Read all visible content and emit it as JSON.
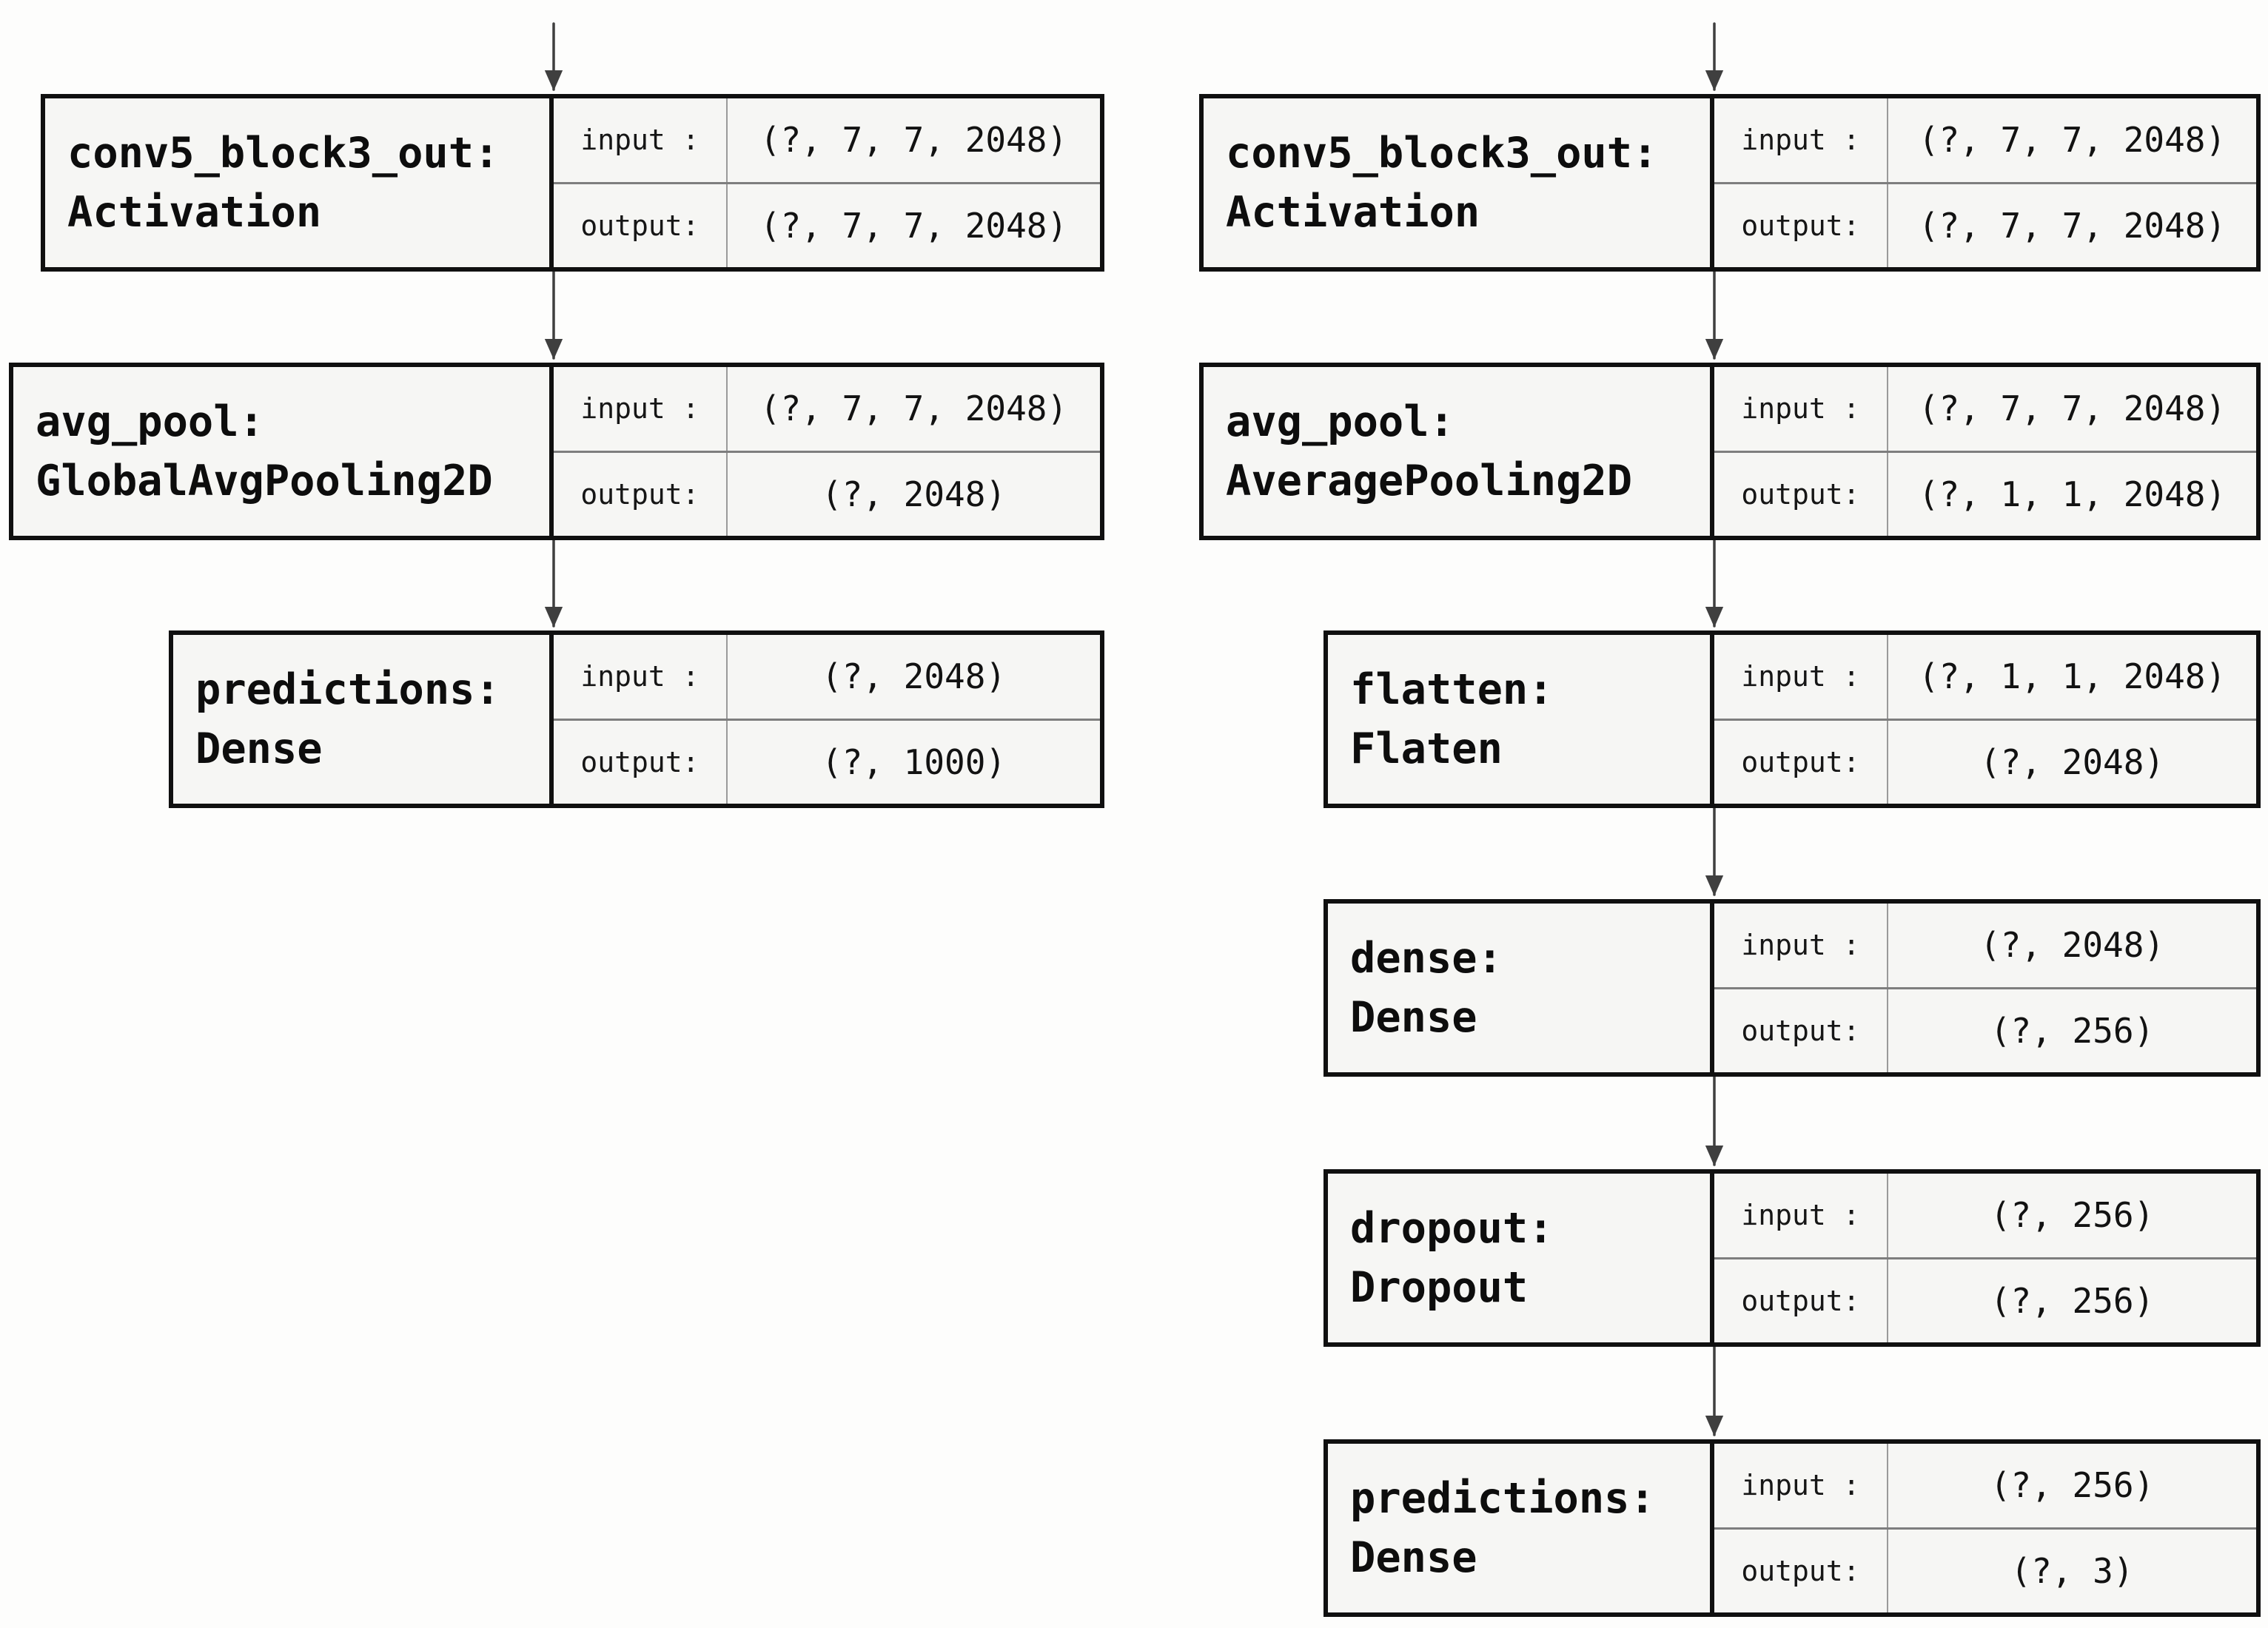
{
  "diagram": {
    "labels": {
      "input": "input :",
      "output": "output:"
    },
    "colors": {
      "background": "#fdfdfc",
      "box_fill": "#f6f6f4",
      "box_border": "#101010",
      "thin_divider": "#9a9a9a",
      "row_divider": "#7e7e7e",
      "arrow": "#3f3f3f",
      "text": "#0d0d0d"
    },
    "columns": [
      {
        "id": "left",
        "layers": [
          {
            "name": "conv5_block3_out:",
            "type": "Activation",
            "input": "(?, 7, 7, 2048)",
            "output": "(?, 7, 7, 2048)"
          },
          {
            "name": "avg_pool:",
            "type": "GlobalAvgPooling2D",
            "input": "(?, 7, 7, 2048)",
            "output": "(?, 2048)"
          },
          {
            "name": "predictions:",
            "type": "Dense",
            "input": "(?, 2048)",
            "output": "(?, 1000)"
          }
        ]
      },
      {
        "id": "right",
        "layers": [
          {
            "name": "conv5_block3_out:",
            "type": "Activation",
            "input": "(?, 7, 7, 2048)",
            "output": "(?, 7, 7, 2048)"
          },
          {
            "name": "avg_pool:",
            "type": "AveragePooling2D",
            "input": "(?, 7, 7, 2048)",
            "output": "(?, 1, 1, 2048)"
          },
          {
            "name": "flatten:",
            "type": "Flaten",
            "input": "(?, 1, 1, 2048)",
            "output": "(?, 2048)"
          },
          {
            "name": "dense:",
            "type": "Dense",
            "input": "(?, 2048)",
            "output": "(?, 256)"
          },
          {
            "name": "dropout:",
            "type": "Dropout",
            "input": "(?, 256)",
            "output": "(?, 256)"
          },
          {
            "name": "predictions:",
            "type": "Dense",
            "input": "(?, 256)",
            "output": "(?, 3)"
          }
        ]
      }
    ]
  }
}
